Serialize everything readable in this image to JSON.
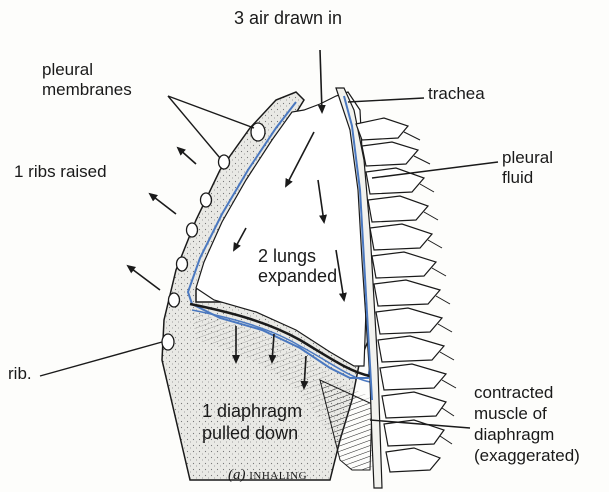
{
  "labels": {
    "air_drawn_in": "3 air drawn in",
    "pleural_membranes": [
      "pleural",
      "membranes"
    ],
    "trachea": "trachea",
    "pleural_fluid": [
      "pleural",
      "fluid"
    ],
    "ribs_raised": "1 ribs raised",
    "lungs_expanded": [
      "2 lungs",
      "expanded"
    ],
    "rib": "rib.",
    "diaphragm_pulled": [
      "1 diaphragm",
      "pulled down"
    ],
    "contracted_muscle": [
      "contracted",
      "muscle of",
      "diaphragm",
      "(exaggerated)"
    ]
  },
  "caption": {
    "letter": "(a)",
    "word": "inhaling"
  },
  "colors": {
    "ink": "#1a1a1a",
    "pleura_blue": "#4a78c0",
    "fill_gray": "#e6e6e2",
    "paper": "#fdfdfb"
  }
}
